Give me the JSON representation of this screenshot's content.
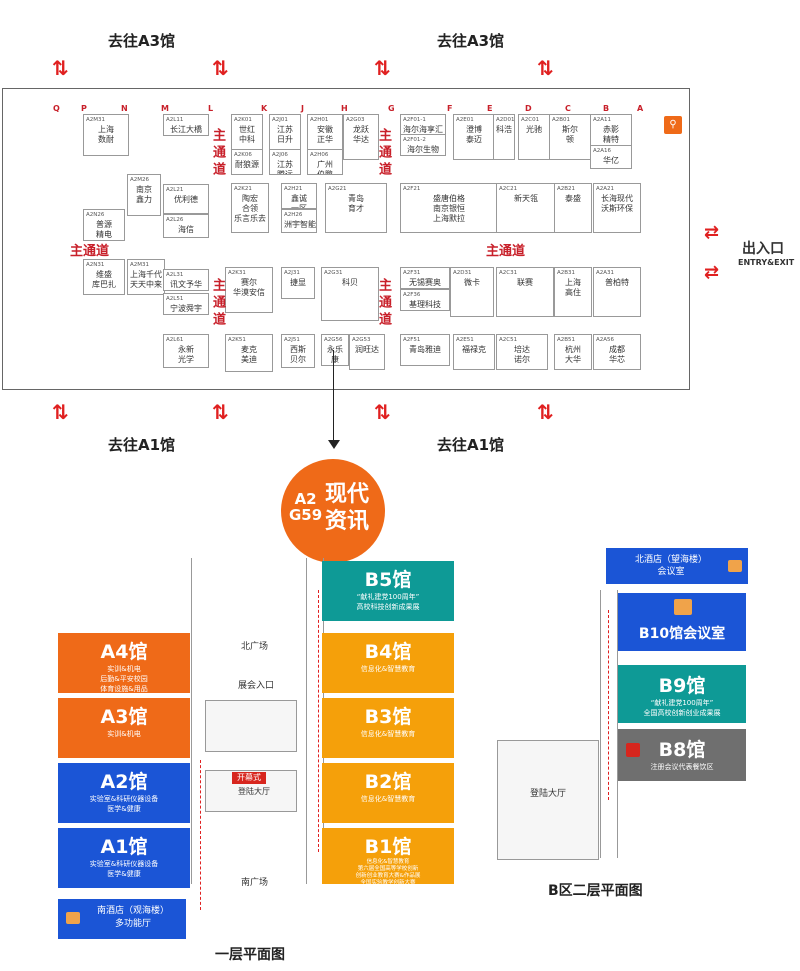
{
  "floor_a2": {
    "top_directions": [
      "去往A3馆",
      "去往A3馆"
    ],
    "bottom_directions": [
      "去往A1馆",
      "去往A1馆"
    ],
    "column_letters": [
      "Q",
      "P",
      "N",
      "M",
      "L",
      "K",
      "J",
      "H",
      "G",
      "F",
      "E",
      "D",
      "C",
      "B",
      "A"
    ],
    "main_aisle": "主通道",
    "exit_label": "出入口",
    "exit_en": "ENTRY&EXIT",
    "booths": [
      {
        "code": "A2M31",
        "name": "上海\n数耐"
      },
      {
        "code": "A2L11",
        "name": "长江大橋"
      },
      {
        "code": "A2K01",
        "name": "世红\n中科"
      },
      {
        "code": "A2K06",
        "name": "耐狼源"
      },
      {
        "code": "A2J01",
        "name": "江苏\n日升"
      },
      {
        "code": "A2J06",
        "name": "江苏\n腾远"
      },
      {
        "code": "A2H01",
        "name": "安徽\n正华"
      },
      {
        "code": "A2H06",
        "name": "广州\n伯鹏"
      },
      {
        "code": "A2G03",
        "name": "龙跃\n华达"
      },
      {
        "code": "A2F01-1",
        "name": "海尔海享汇"
      },
      {
        "code": "A2F01-2",
        "name": "海尔生物"
      },
      {
        "code": "A2E01",
        "name": "澄博\n泰迈"
      },
      {
        "code": "A2D01",
        "name": "科浩"
      },
      {
        "code": "A2C01",
        "name": "光驰"
      },
      {
        "code": "A2B01",
        "name": "斯尔\n顿"
      },
      {
        "code": "A2A11",
        "name": "赤影\n精特"
      },
      {
        "code": "A2A16",
        "name": "华亿"
      },
      {
        "code": "A2M26",
        "name": "南京\n鑫力"
      },
      {
        "code": "A2N26",
        "name": "普源\n精电"
      },
      {
        "code": "A2L21",
        "name": "优利德"
      },
      {
        "code": "A2L26",
        "name": "海信"
      },
      {
        "code": "A2K21",
        "name": "陶宏\n合领\n乐言乐去"
      },
      {
        "code": "A2H21",
        "name": "鑫诚\n一区"
      },
      {
        "code": "A2H26",
        "name": "洲宇智能"
      },
      {
        "code": "A2G21",
        "name": "青岛\n育才"
      },
      {
        "code": "A2F21",
        "name": "盛唐伯格\n南京银恒\n上海默拉"
      },
      {
        "code": "A2C21",
        "name": "新天瓴"
      },
      {
        "code": "A2B21",
        "name": "泰盛"
      },
      {
        "code": "A2A21",
        "name": "长海现代\n沃斯环保"
      },
      {
        "code": "A2N31",
        "name": "维盛\n库巴扎"
      },
      {
        "code": "A2M31",
        "name": "上海千代\n天天中来"
      },
      {
        "code": "A2L31",
        "name": "讯文予华"
      },
      {
        "code": "A2L51",
        "name": "宁波舜宇"
      },
      {
        "code": "A2K31",
        "name": "赛尔\n华漠安信"
      },
      {
        "code": "A2J31",
        "name": "捷显"
      },
      {
        "code": "A2G31",
        "name": "科贝"
      },
      {
        "code": "A2F31",
        "name": "无锡赛奥"
      },
      {
        "code": "A2F36",
        "name": "基理科技"
      },
      {
        "code": "A2D31",
        "name": "微卡"
      },
      {
        "code": "A2C31",
        "name": "联赛"
      },
      {
        "code": "A2B31",
        "name": "上海\n高住"
      },
      {
        "code": "A2A31",
        "name": "普柏特"
      },
      {
        "code": "A2L61",
        "name": "永新\n光学"
      },
      {
        "code": "A2K51",
        "name": "麦克\n美迪"
      },
      {
        "code": "A2J51",
        "name": "西斯\n贝尔"
      },
      {
        "code": "A2G56",
        "name": "永乐\n康"
      },
      {
        "code": "A2G53",
        "name": "润旺达"
      },
      {
        "code": "A2F51",
        "name": "青岛雅迪"
      },
      {
        "code": "A2E51",
        "name": "福禄克"
      },
      {
        "code": "A2C51",
        "name": "培达\n诺尔"
      },
      {
        "code": "A2B51",
        "name": "杭州\n大华"
      },
      {
        "code": "A2A56",
        "name": "成都\n华芯"
      }
    ],
    "highlight_booth": {
      "code": "A2\nG59",
      "name": "现代\n资讯"
    }
  },
  "floor1": {
    "caption": "一层平面图",
    "a_halls": [
      {
        "name": "A4馆",
        "sub": "实训&机电\n后勤&平安校园\n体育设施&用品",
        "color": "#ef6a18"
      },
      {
        "name": "A3馆",
        "sub": "实训&机电",
        "color": "#ef6a18"
      },
      {
        "name": "A2馆",
        "sub": "实验室&科研仪器设备\n医学&健康",
        "color": "#1b55d6"
      },
      {
        "name": "A1馆",
        "sub": "实验室&科研仪器设备\n医学&健康",
        "color": "#1b55d6"
      }
    ],
    "b_halls": [
      {
        "name": "B5馆",
        "sub": "“献礼建党100周年”\n高校科技创新成果展",
        "color": "#0e9a96"
      },
      {
        "name": "B4馆",
        "sub": "信息化&智慧教育",
        "color": "#f5a00a"
      },
      {
        "name": "B3馆",
        "sub": "信息化&智慧教育",
        "color": "#f5a00a"
      },
      {
        "name": "B2馆",
        "sub": "信息化&智慧教育",
        "color": "#f5a00a"
      },
      {
        "name": "B1馆",
        "sub": "信息化&智慧教育\n第六届全国高等学校创新\n创新创业教育大赛&作品展\n全国实验教学创新大赛",
        "color": "#f5a00a"
      }
    ],
    "south_hotel": "南酒店（观海楼）\n多功能厅",
    "north_square": "北广场",
    "south_square": "南广场",
    "entrance": "展会入口",
    "opening": "开幕式",
    "hall_lobby": "登陆大厅"
  },
  "floor2": {
    "caption": "B区二层平面图",
    "north_hotel": "北酒店（望海楼）\n会议室",
    "b10": "B10馆会议室",
    "b9": {
      "name": "B9馆",
      "sub": "“献礼建党100周年”\n全国高校创新创业成果展"
    },
    "b8": {
      "name": "B8馆",
      "sub": "注册会议代表餐饮区"
    },
    "hall_lobby": "登陆大厅"
  }
}
